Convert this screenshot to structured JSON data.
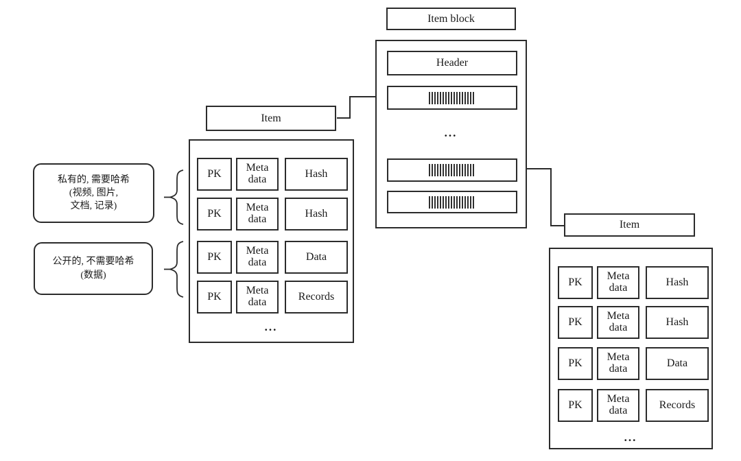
{
  "item_block": {
    "label": "Item block",
    "header_label": "Header",
    "ellipsis": "...",
    "hash_entry_icon": "barcode-stripes"
  },
  "left_item": {
    "label": "Item",
    "ellipsis": "...",
    "rows": [
      {
        "pk": "PK",
        "meta": "Meta data",
        "payload": "Hash"
      },
      {
        "pk": "PK",
        "meta": "Meta data",
        "payload": "Hash"
      },
      {
        "pk": "PK",
        "meta": "Meta data",
        "payload": "Data"
      },
      {
        "pk": "PK",
        "meta": "Meta data",
        "payload": "Records"
      }
    ]
  },
  "right_item": {
    "label": "Item",
    "ellipsis": "...",
    "rows": [
      {
        "pk": "PK",
        "meta": "Meta data",
        "payload": "Hash"
      },
      {
        "pk": "PK",
        "meta": "Meta data",
        "payload": "Hash"
      },
      {
        "pk": "PK",
        "meta": "Meta data",
        "payload": "Data"
      },
      {
        "pk": "PK",
        "meta": "Meta data",
        "payload": "Records"
      }
    ]
  },
  "annotations": {
    "private": {
      "lines": [
        "私有的, 需要哈希",
        "(视频, 图片,",
        "文档, 记录)"
      ]
    },
    "public": {
      "lines": [
        "公开的, 不需要哈希",
        "(数据)"
      ]
    }
  },
  "colors": {
    "line": "#2b2b2b",
    "background": "#ffffff",
    "text": "#1a1a1a"
  }
}
